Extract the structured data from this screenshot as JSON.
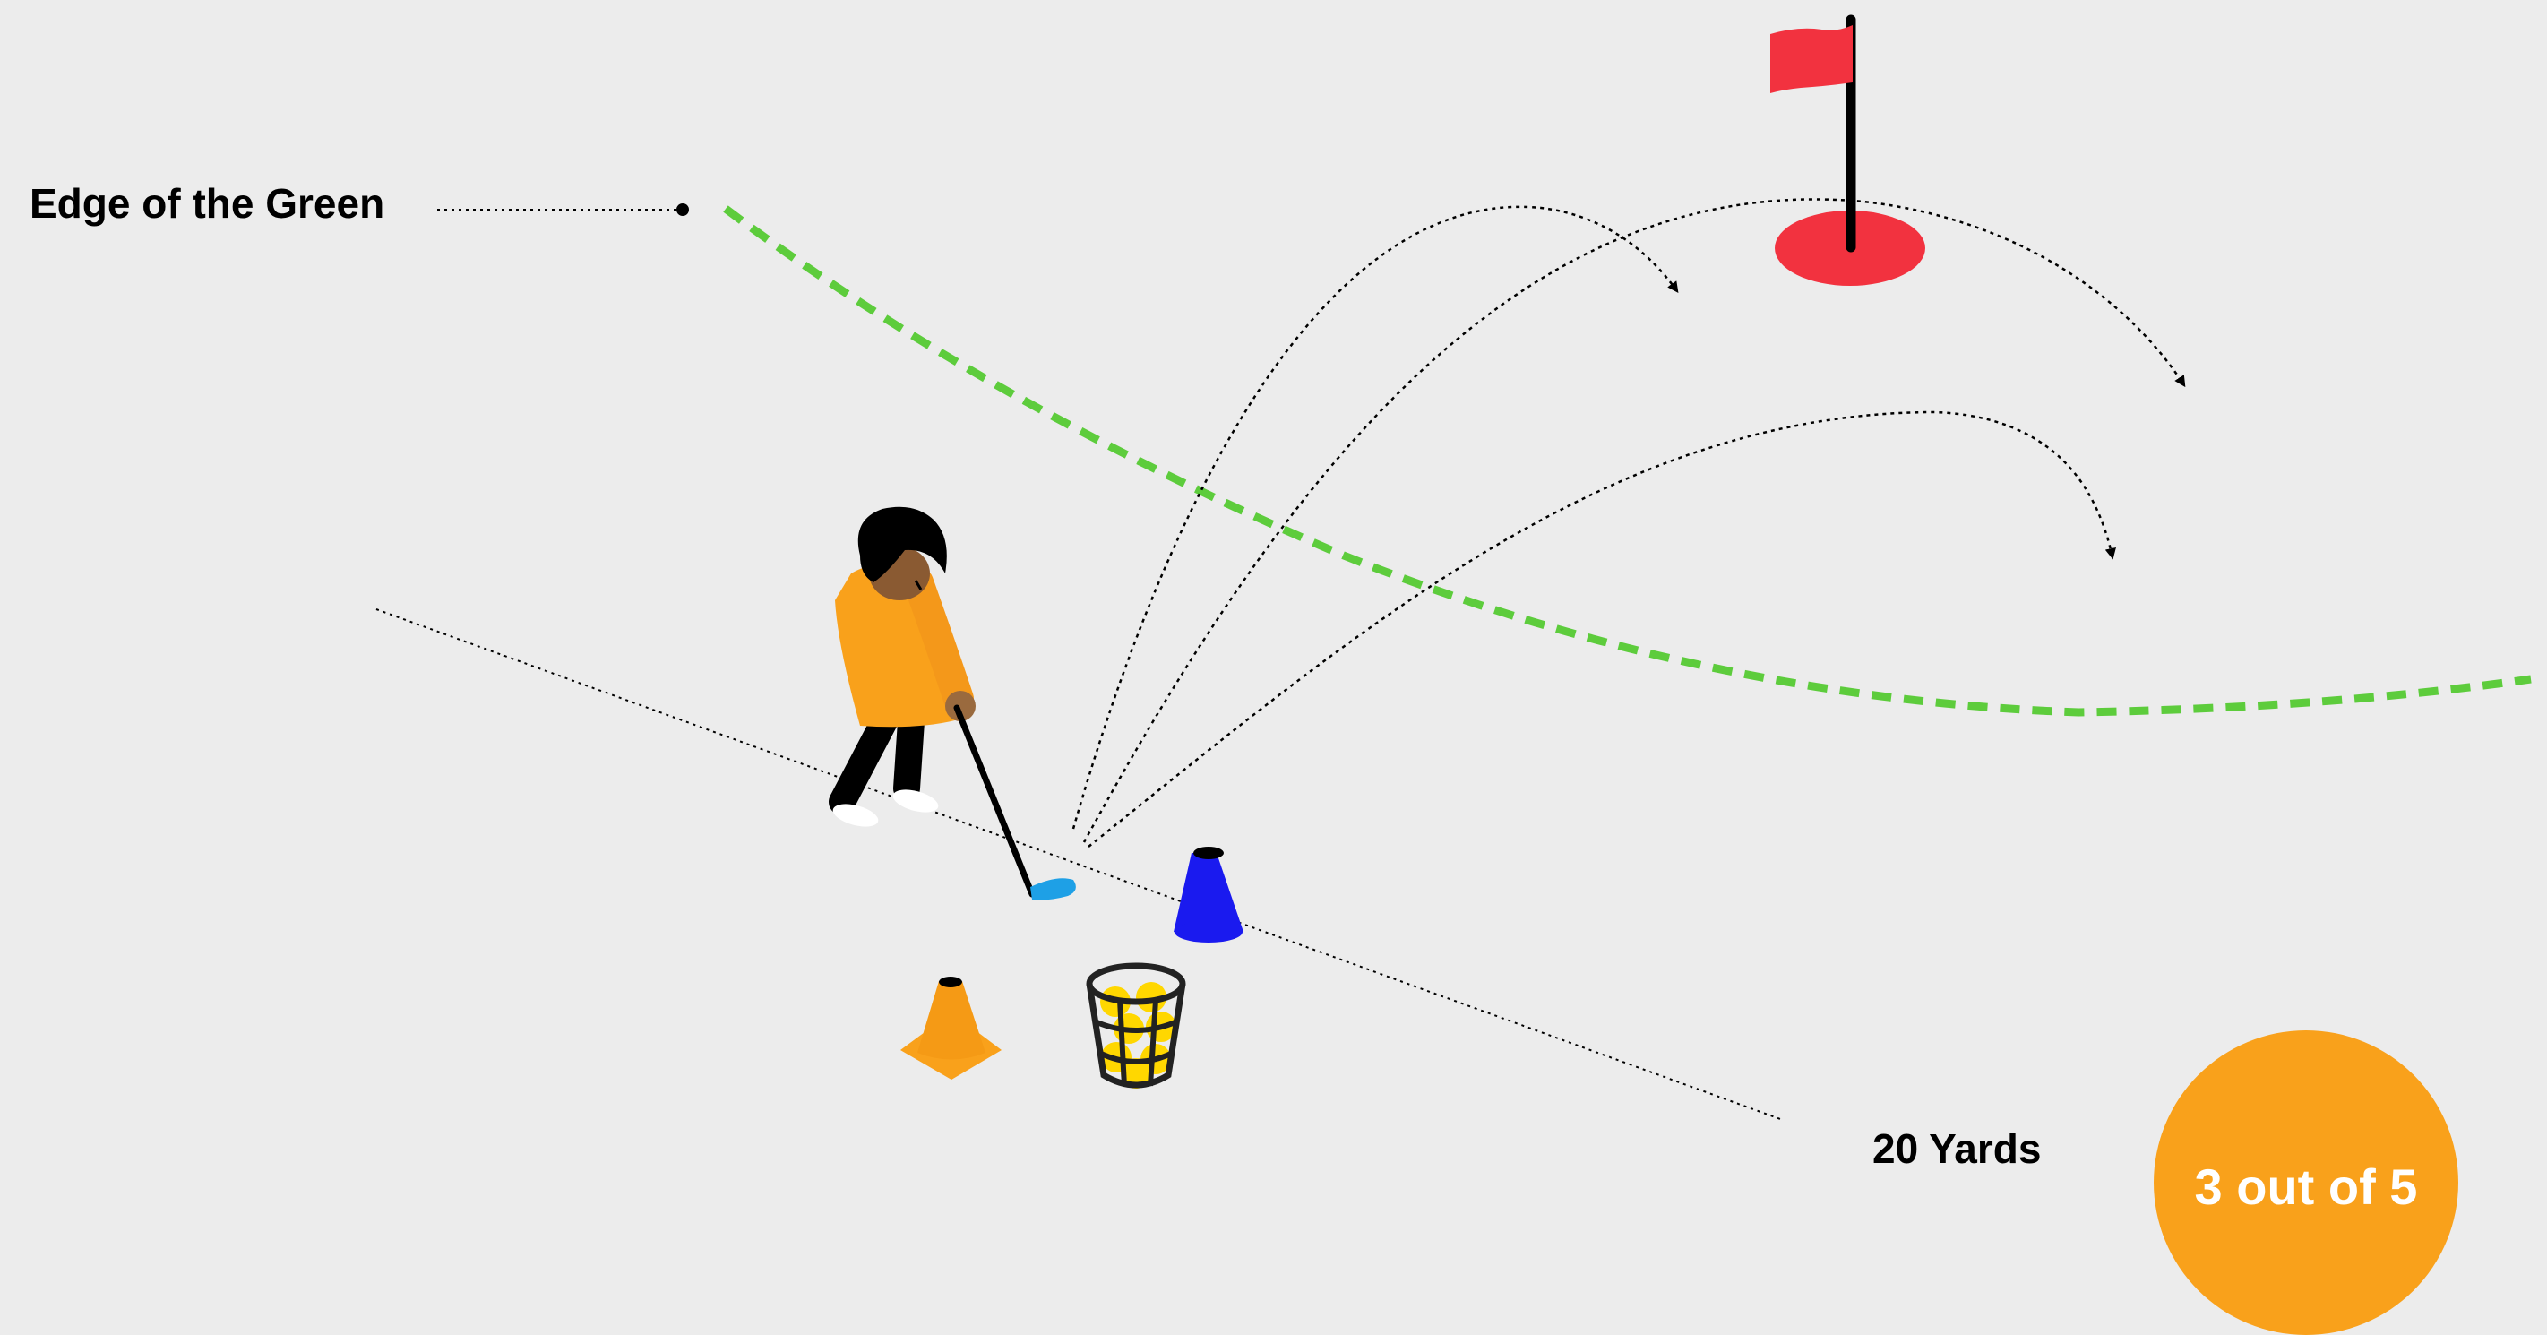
{
  "labels": {
    "edge_of_green": "Edge of the Green",
    "distance": "20 Yards"
  },
  "score": {
    "text": "3 out of 5",
    "successful_shots": 3,
    "total_shots": 5
  },
  "icons": [
    "golfer-icon",
    "golf-club-icon",
    "flag-icon",
    "hole-icon",
    "blue-cone-icon",
    "orange-cone-icon",
    "ball-bucket-icon"
  ],
  "colors": {
    "background": "#ececec",
    "green_edge": "#5dcc3c",
    "flag": "#f2323f",
    "golfer_shirt": "#f9a11b",
    "club_head": "#1ea0e6",
    "blue_cone": "#1a1aef",
    "orange_cone": "#f9a11b",
    "balls": "#ffd700",
    "score_badge": "#f9a11b"
  }
}
